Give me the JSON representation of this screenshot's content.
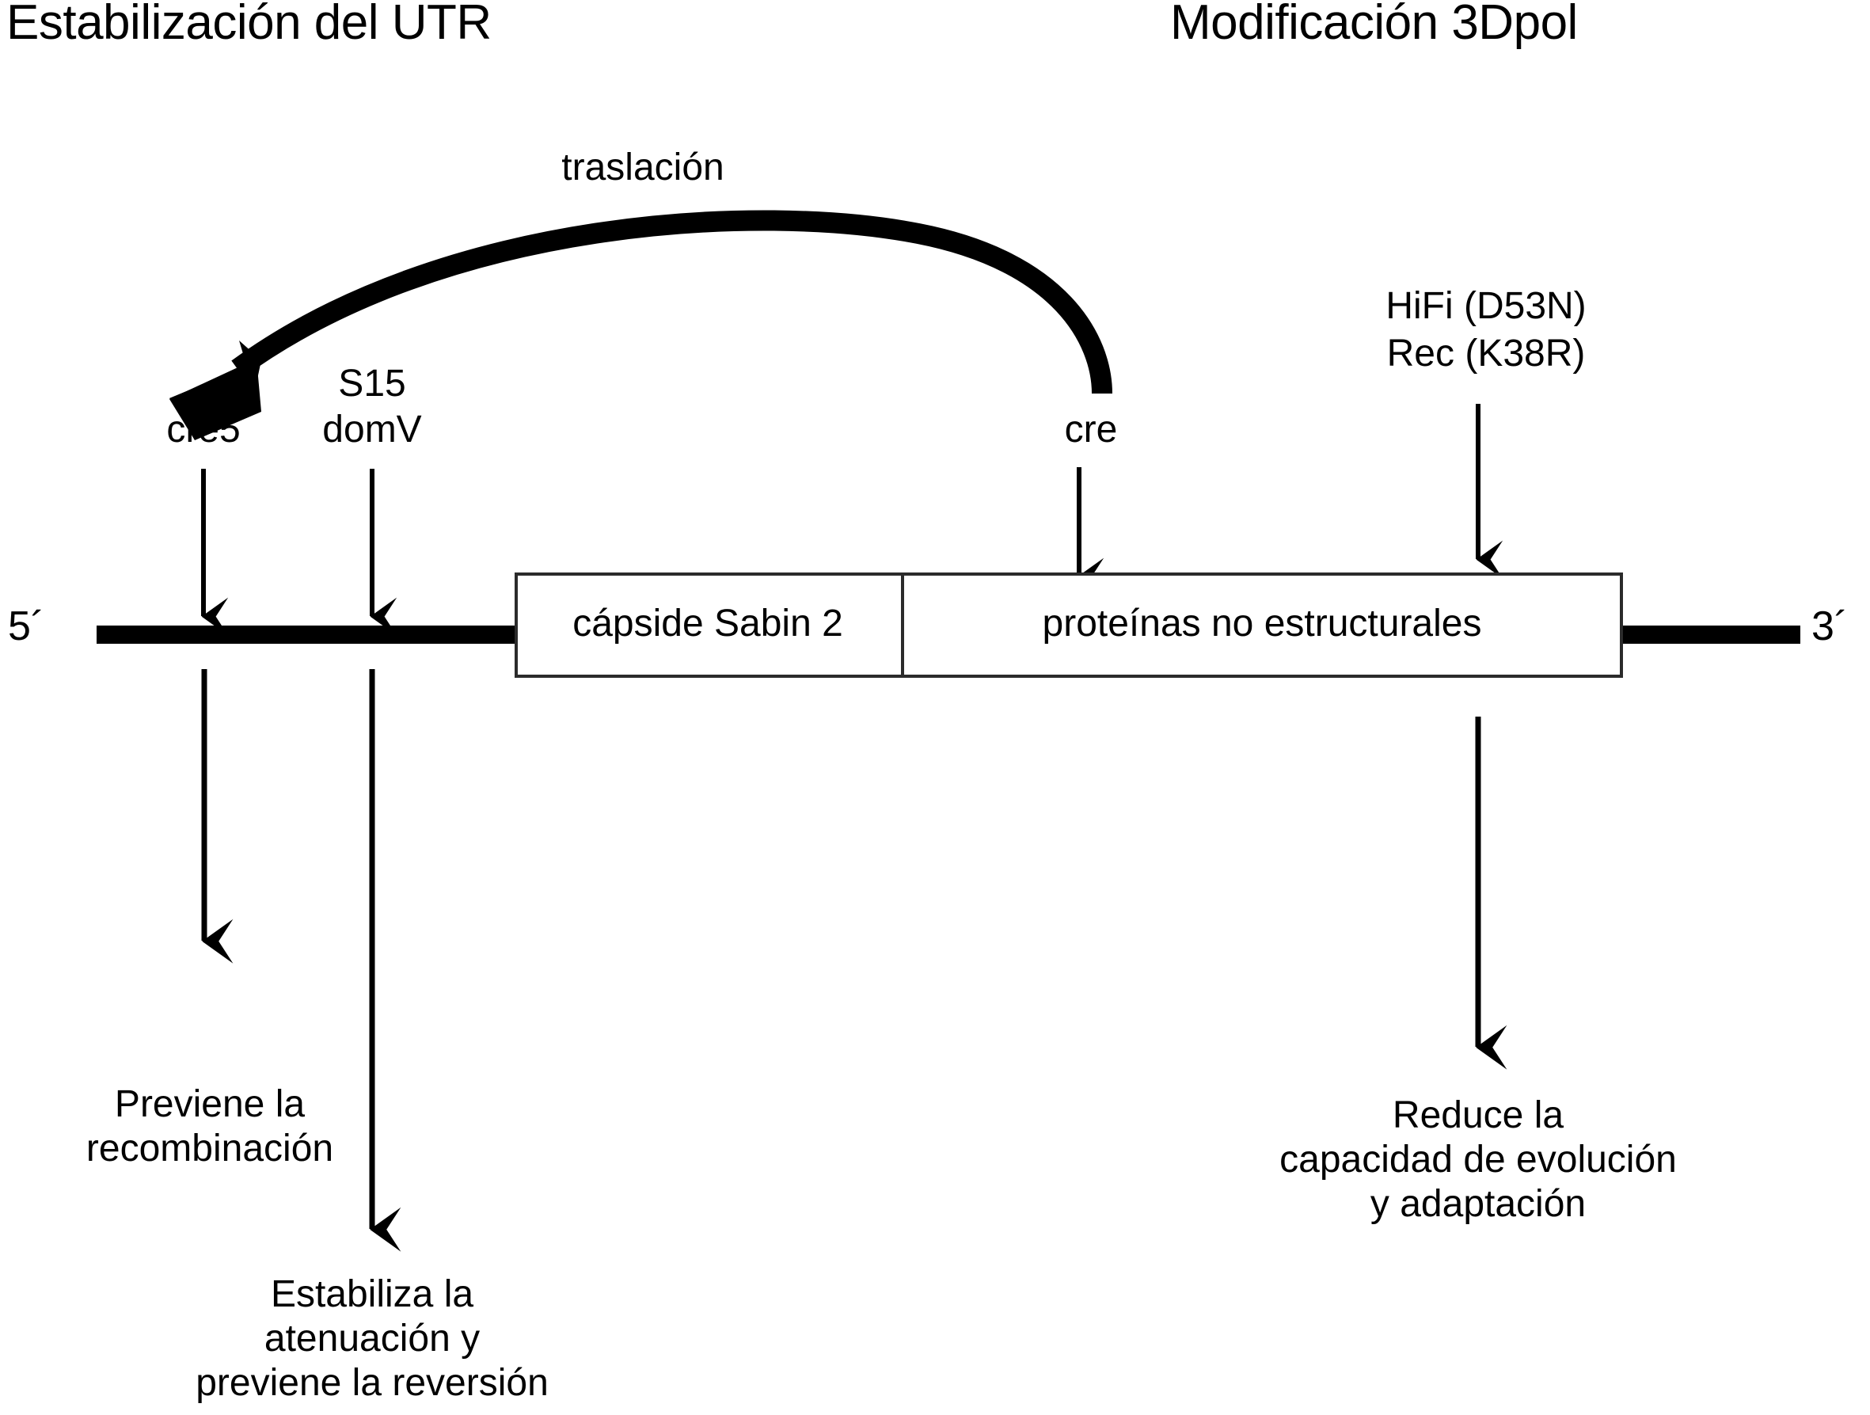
{
  "headings": {
    "left": "Estabilización del UTR",
    "right": "Modificación 3Dpol"
  },
  "translation": {
    "label": "traslación"
  },
  "genome": {
    "five_prime": "5´",
    "three_prime": "3´",
    "capsid_label": "cápside Sabin 2",
    "nonstructural_label": "proteínas no estructurales"
  },
  "elements": {
    "cre5": "cre5",
    "s15_line1": "S15",
    "s15_line2": "domV",
    "cre": "cre",
    "hifi": "HiFi (D53N)",
    "rec": "Rec (K38R)"
  },
  "outcomes": {
    "recombination_line1": "Previene la",
    "recombination_line2": "recombinación",
    "attenuation_line1": "Estabiliza la",
    "attenuation_line2": "atenuación y",
    "attenuation_line3": "previene la reversión",
    "evolution_line1": "Reduce la",
    "evolution_line2": "capacidad de evolución",
    "evolution_line3": "y adaptación"
  },
  "colors": {
    "ink": "#000000",
    "box_stroke": "#2b2b2b",
    "background": "#ffffff"
  }
}
